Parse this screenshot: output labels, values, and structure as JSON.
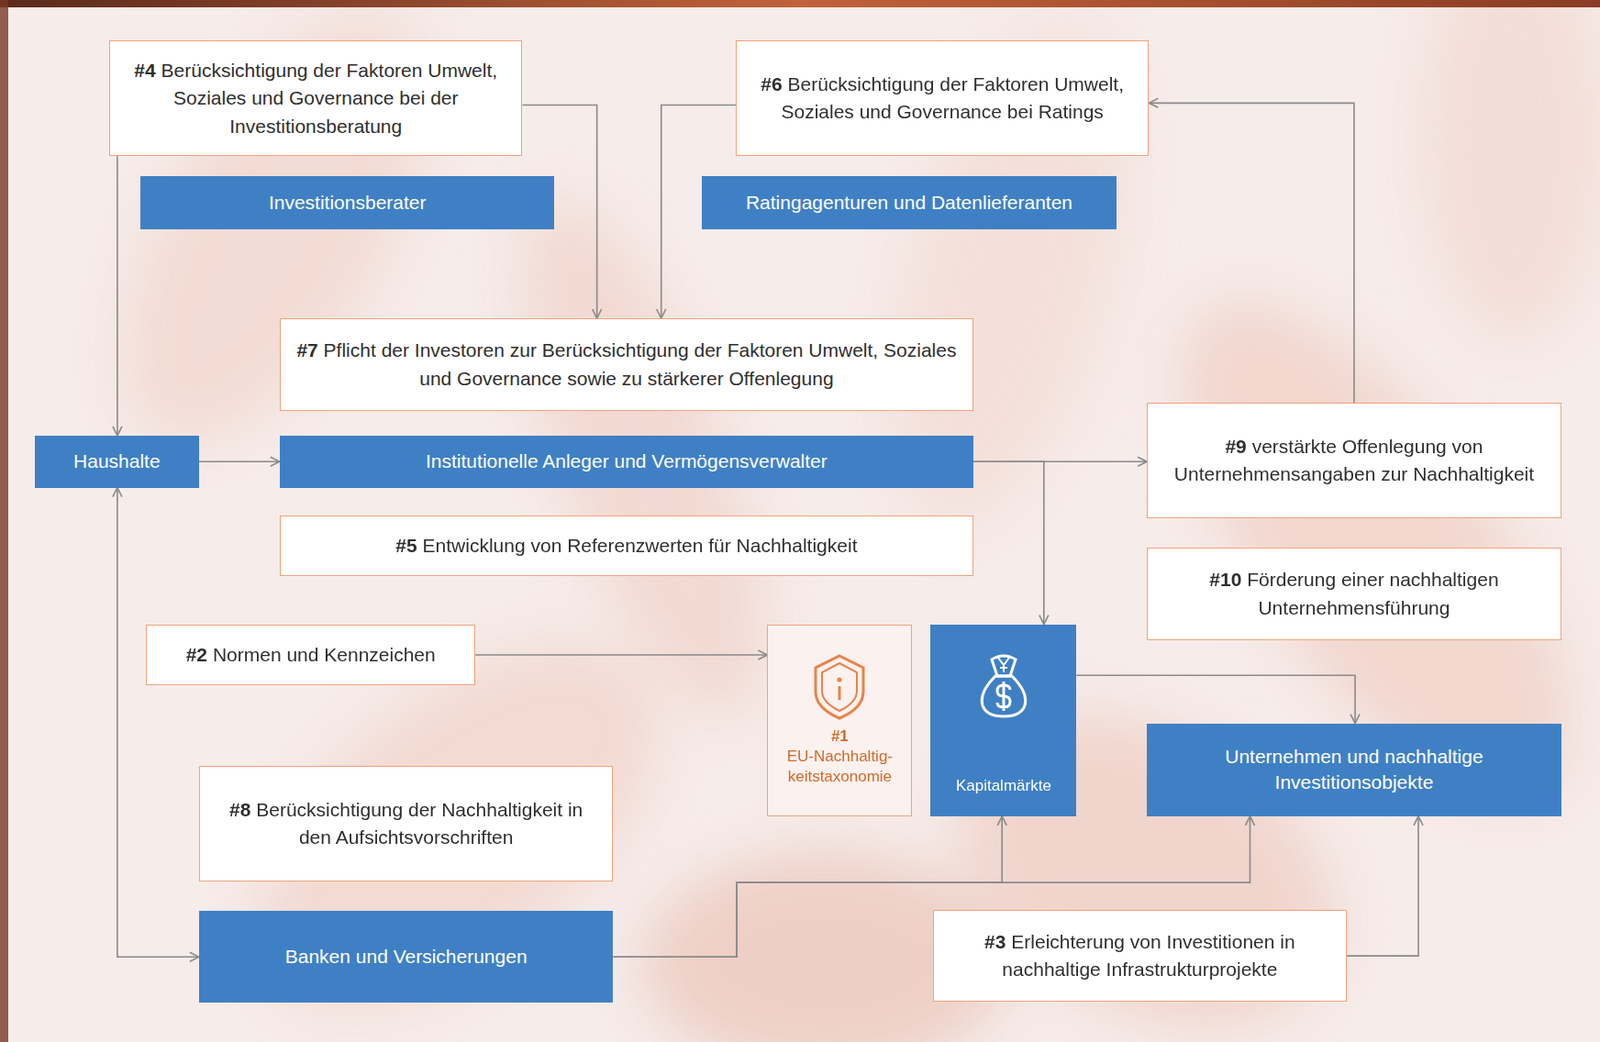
{
  "diagram": {
    "nodes": [
      {
        "text": [
          "#4",
          "Berücksichtigung der Faktoren Umwelt, Soziales und Governance bei der Investitionsberatung"
        ]
      },
      {
        "text": [
          "#6",
          "Berücksichtigung der Faktoren Umwelt, Soziales und Governance bei Ratings"
        ]
      },
      {
        "text": [
          "Investitionsberater"
        ]
      },
      {
        "text": [
          "Ratingagenturen und Datenlieferanten"
        ]
      },
      {
        "text": [
          "#7",
          "Pflicht der Investoren zur Berücksichtigung der Faktoren Umwelt, Soziales und Governance sowie zu stärkerer Offenlegung"
        ]
      },
      {
        "text": [
          "Haushalte"
        ]
      },
      {
        "text": [
          "Institutionelle Anleger und Vermögensverwalter"
        ]
      },
      {
        "text": [
          "#9",
          "verstärkte Offenlegung von Unternehmensangaben zur Nachhaltigkeit"
        ]
      },
      {
        "text": [
          "#5",
          "Entwicklung von Referenzwerten für Nachhaltigkeit"
        ]
      },
      {
        "text": [
          "#10",
          "Förderung einer nachhaltigen Unternehmensführung"
        ]
      },
      {
        "text": [
          "#2",
          "Normen und Kennzeichen"
        ]
      },
      {
        "text": [
          "#1",
          "EU-Nachhaltig- keitstaxonomie"
        ]
      },
      {
        "text": [
          "Kapitalmärkte"
        ]
      },
      {
        "text": [
          "Unternehmen und nachhaltige Investitionsobjekte"
        ]
      },
      {
        "text": [
          "#8",
          "Berücksichtigung der Nachhaltigkeit in den Aufsichtsvorschriften"
        ]
      },
      {
        "text": [
          "Banken und Versicherungen"
        ]
      },
      {
        "text": [
          "#3",
          "Erleichterung von Investitionen in nachhaltige Infrastrukturprojekte"
        ]
      }
    ],
    "edges": [
      {
        "from": 0,
        "to": 5,
        "arrow": "to"
      },
      {
        "from": 0,
        "to": 4,
        "arrow": "to"
      },
      {
        "from": 1,
        "to": 4,
        "arrow": "to"
      },
      {
        "from": 7,
        "to": 1,
        "arrow": "to"
      },
      {
        "from": 5,
        "to": 6,
        "arrow": "to"
      },
      {
        "from": 6,
        "to": 7,
        "arrow": "to"
      },
      {
        "from": 6,
        "to": 12,
        "arrow": "to"
      },
      {
        "from": 10,
        "to": 11,
        "arrow": "to"
      },
      {
        "from": 12,
        "to": 13,
        "arrow": "to"
      },
      {
        "from": 5,
        "to": 15,
        "arrow": "both"
      },
      {
        "from": 15,
        "to": 12,
        "arrow": "to"
      },
      {
        "from": 15,
        "to": 13,
        "arrow": "to"
      },
      {
        "from": 16,
        "to": 13,
        "arrow": "to"
      }
    ]
  }
}
